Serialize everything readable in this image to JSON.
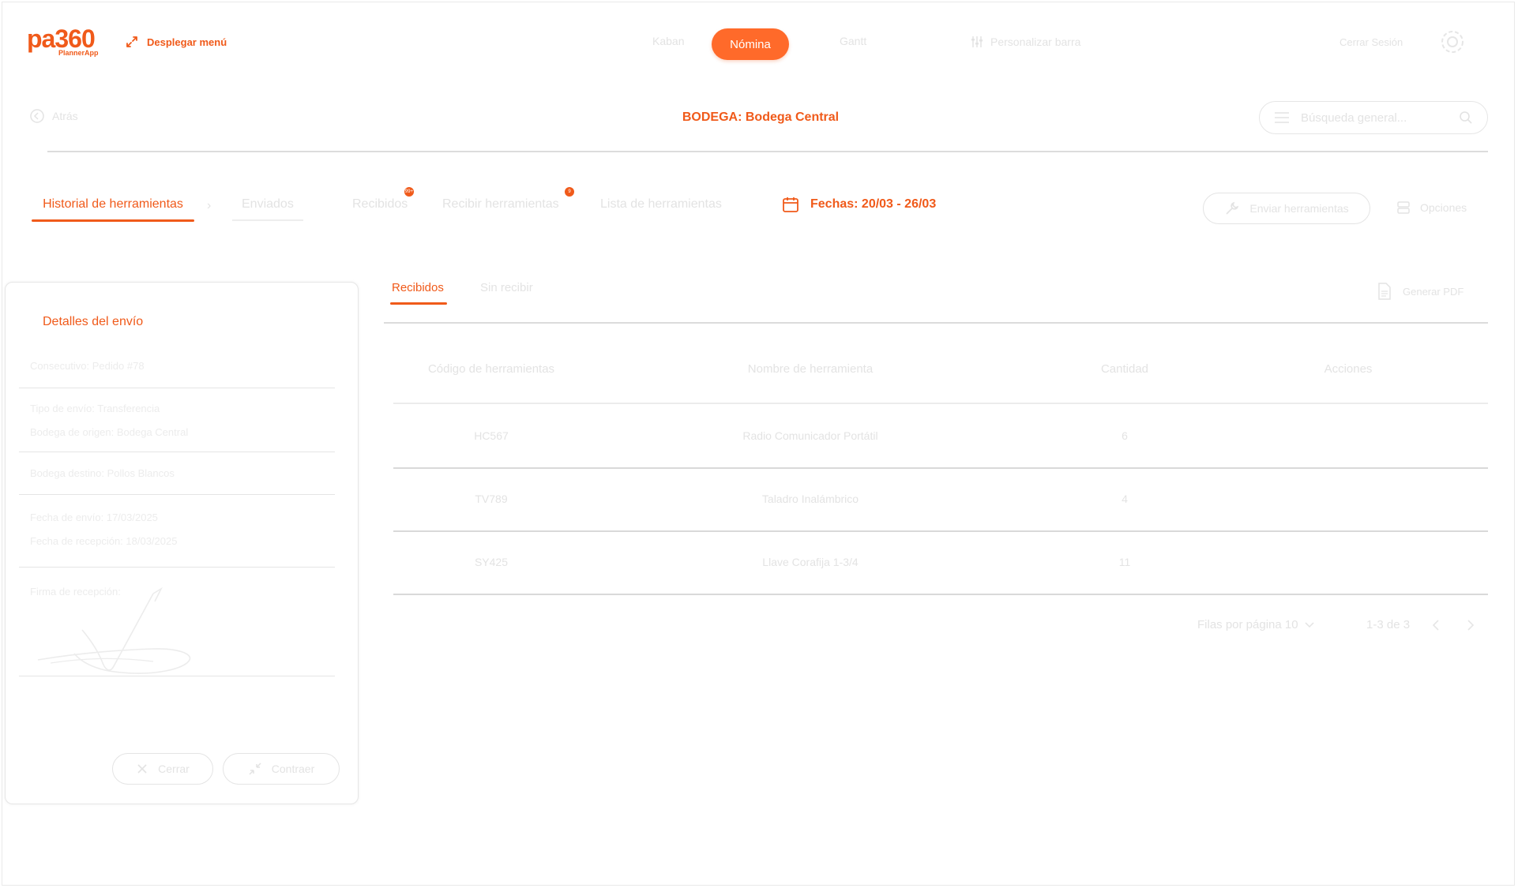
{
  "brand": {
    "logo": "pa360",
    "sub": "PlannerApp"
  },
  "header": {
    "menu_toggle": "Desplegar menú",
    "nav": [
      "Kaban",
      "Nómina",
      "Gantt"
    ],
    "customize": "Personalizar barra",
    "logout": "Cerrar Sesión"
  },
  "subheader": {
    "back": "Atrás",
    "title": "BODEGA: Bodega Central",
    "search_placeholder": "Búsqueda general..."
  },
  "tabs": {
    "history": "Historial de herramientas",
    "sent": "Enviados",
    "received": "Recibidos",
    "receive_tools": "Recibir herramientas",
    "tool_list": "Lista de herramientas",
    "received_badge": "99+",
    "receive_badge": "9",
    "dates": "Fechas: 20/03 - 26/03",
    "send_tools": "Enviar herramientas",
    "options": "Opciones"
  },
  "panel": {
    "title": "Detalles del envío",
    "consecutive": "Consecutivo: Pedido #78",
    "send_type": "Tipo de envío: Transferencia",
    "origin": "Bodega de origen: Bodega Central",
    "destination": "Bodega destino: Pollos Blancos",
    "send_date": "Fecha de envío: 17/03/2025",
    "receive_date": "Fecha de recepción: 18/03/2025",
    "signature_label": "Firma de recepción:",
    "close": "Cerrar",
    "compress": "Contraer"
  },
  "content": {
    "subtabs": [
      "Recibidos",
      "Sin recibir"
    ],
    "pdf": "Generar PDF",
    "columns": [
      "Código de herramientas",
      "Nombre de herramienta",
      "Cantidad",
      "Acciones"
    ],
    "rows": [
      {
        "code": "HC567",
        "name": "Radio Comunicador Portátil",
        "qty": "6"
      },
      {
        "code": "TV789",
        "name": "Taladro Inalámbrico",
        "qty": "4"
      },
      {
        "code": "SY425",
        "name": "Llave Corafija 1-3/4",
        "qty": "11"
      }
    ],
    "rows_per_page": "Filas por página 10",
    "range": "1-3 de 3"
  },
  "colors": {
    "accent": "#f05a1a",
    "pill": "#ff6a2a"
  }
}
